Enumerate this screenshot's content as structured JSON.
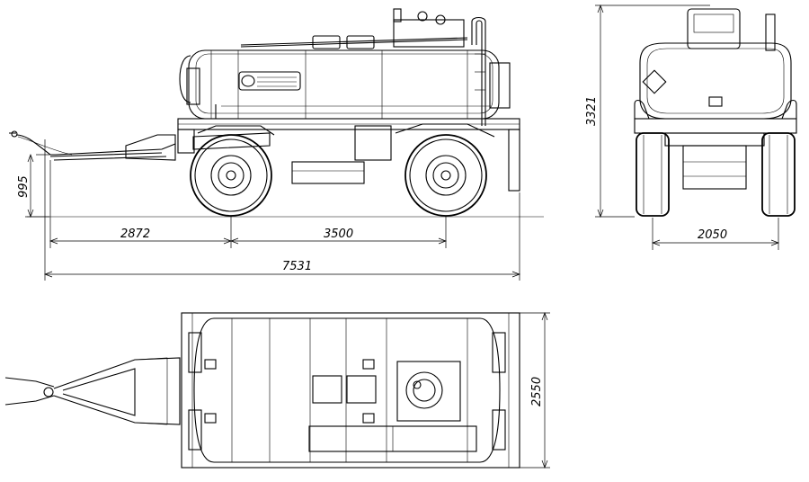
{
  "dimensions": {
    "hitch_height": "995",
    "drawbar_to_front_axle": "2872",
    "wheelbase": "3500",
    "overall_length": "7531",
    "overall_height": "3321",
    "track_width": "2050",
    "overall_width": "2550"
  },
  "colors": {
    "line": "#000000",
    "background": "#ffffff"
  }
}
